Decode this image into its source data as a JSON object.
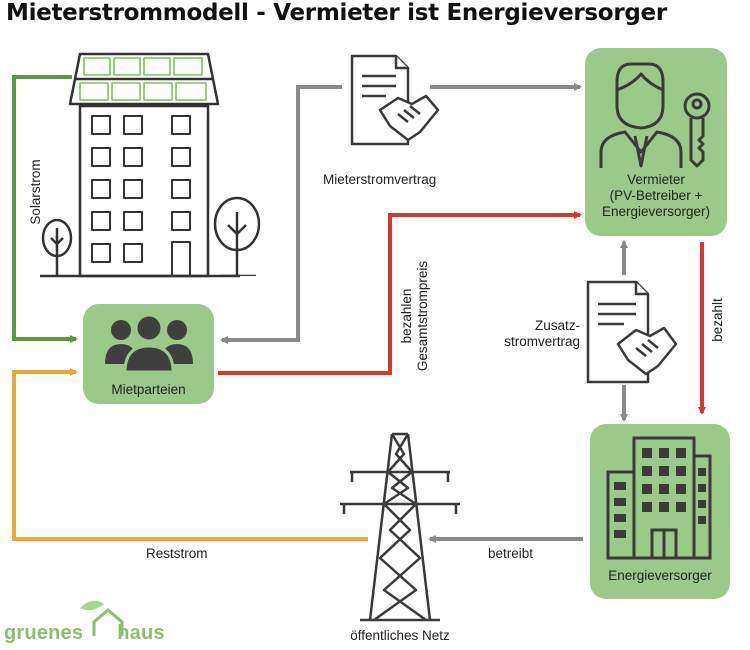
{
  "title": "Mieterstrommodell - Vermieter ist Energieversorger",
  "nodes": {
    "mietparteien": "Mietparteien",
    "vermieter_line1": "Vermieter",
    "vermieter_line2": "(PV-Betreiber +",
    "vermieter_line3": "Energieversorger)",
    "energieversorger": "Energieversorger",
    "netz": "öffentliches Netz"
  },
  "edges": {
    "solarstrom": "Solarstrom",
    "mieterstromvertrag": "Mieterstromvertrag",
    "bezahlen_line1": "bezahlen",
    "bezahlen_line2": "Gesamtstrompreis",
    "zusatz_line1": "Zusatz-",
    "zusatz_line2": "stromvertrag",
    "bezahlt": "bezahlt",
    "betreibt": "betreibt",
    "reststrom": "Reststrom"
  },
  "logo": {
    "part1": "gruenes",
    "part2": "haus"
  },
  "colors": {
    "box": "#9ac98a",
    "green_arrow": "#5a9a3a",
    "gray_arrow": "#8a8a8a",
    "red_arrow": "#d63a2f",
    "orange_arrow": "#e8a93a",
    "icon": "#3a3a3a",
    "logo": "#8dc06e"
  }
}
